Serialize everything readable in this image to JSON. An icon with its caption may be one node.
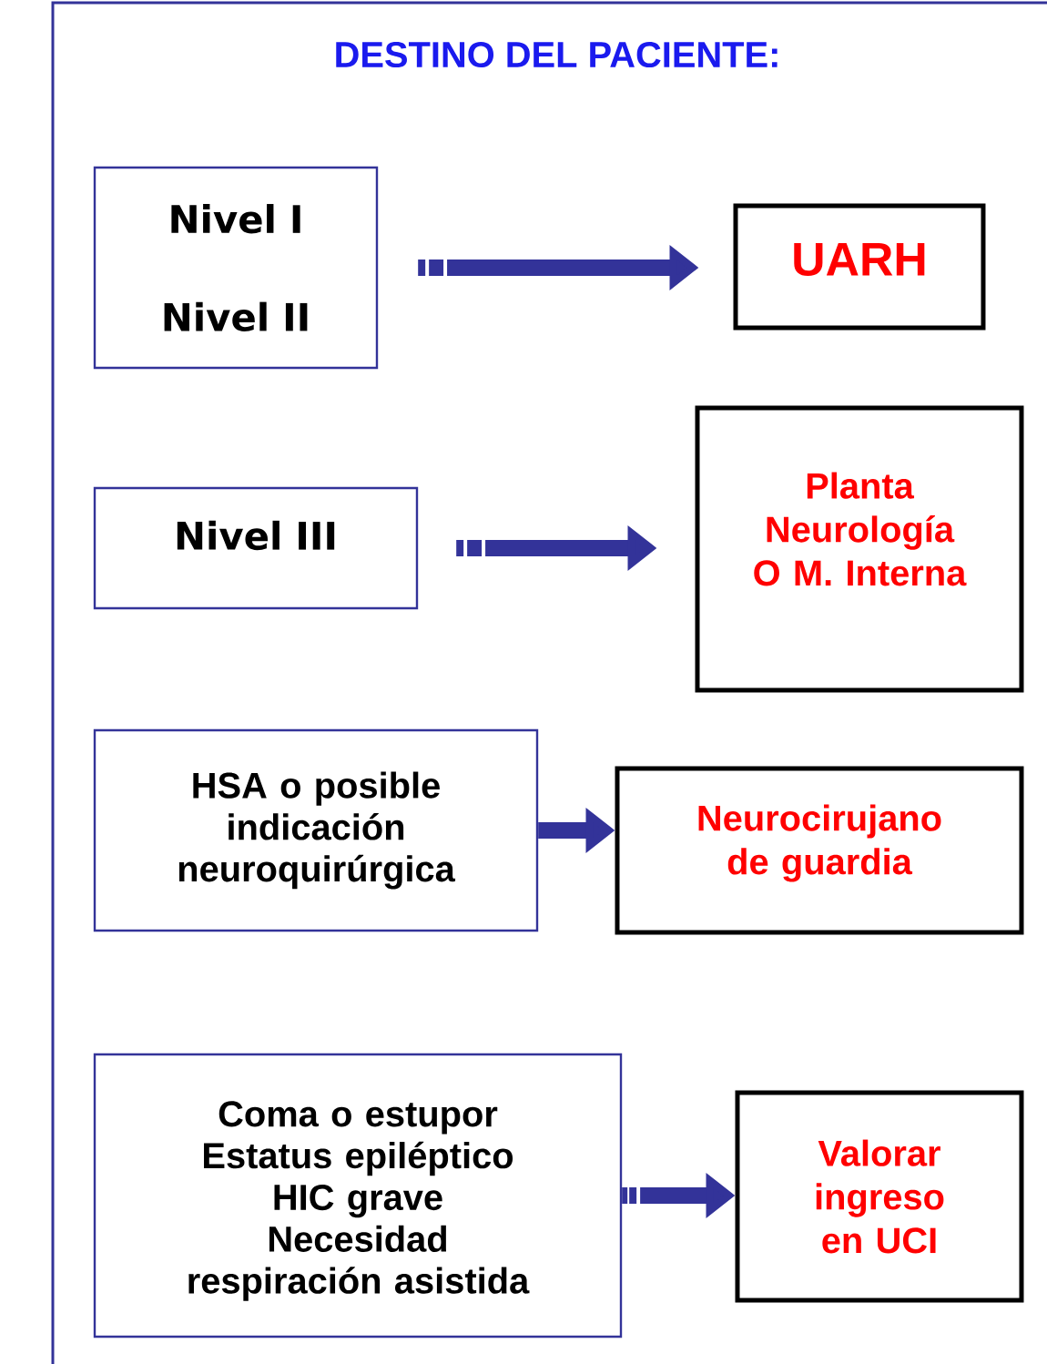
{
  "diagram": {
    "title": "DESTINO DEL PACIENTE:",
    "nodes": [
      {
        "text": [
          "Nivel I",
          "Nivel II"
        ]
      },
      {
        "text": [
          "UARH"
        ]
      },
      {
        "text": [
          "Nivel III"
        ]
      },
      {
        "text": [
          "Planta Neurología O M. Interna"
        ]
      },
      {
        "text": [
          "HSA o posible indicación neuroquirúrgica"
        ]
      },
      {
        "text": [
          "Neurocirujano de guardia"
        ]
      },
      {
        "text": [
          "Coma o estupor",
          "Estatus epiléptico",
          "HIC grave",
          "Necesidad respiración asistida"
        ]
      },
      {
        "text": [
          "Valorar ingreso en UCI"
        ]
      }
    ],
    "edges": [
      {
        "from": 0,
        "to": 1,
        "arrow": "to",
        "style": "dashed"
      },
      {
        "from": 2,
        "to": 3,
        "arrow": "to",
        "style": "dashed"
      },
      {
        "from": 4,
        "to": 5,
        "arrow": "to"
      },
      {
        "from": 6,
        "to": 7,
        "arrow": "to",
        "style": "dashed"
      }
    ]
  }
}
